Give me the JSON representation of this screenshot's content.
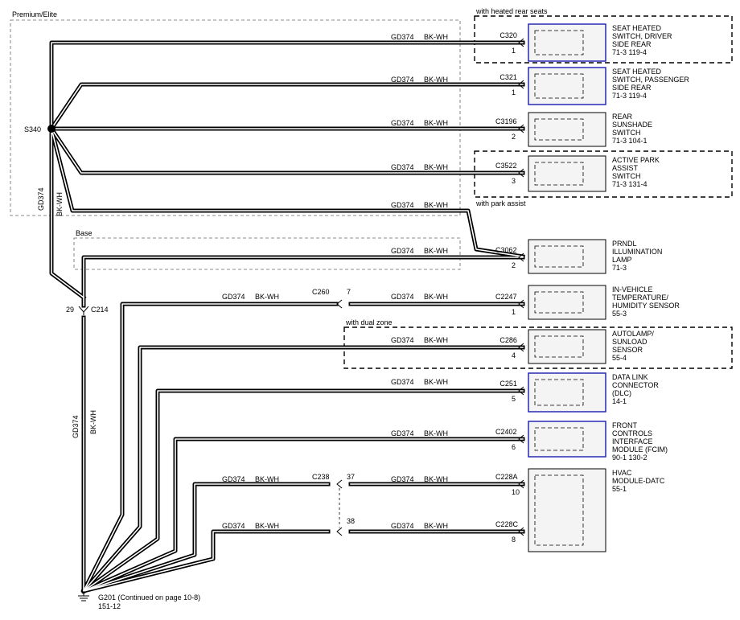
{
  "wire": {
    "circuit": "GD374",
    "color": "BK-WH"
  },
  "labels": {
    "premium": "Premium/Elite",
    "heated_rear": "with heated rear seats",
    "park_assist": "with park assist",
    "base": "Base",
    "dual_zone": "with dual zone",
    "splice": "S340",
    "c214_pin": "29",
    "c214": "C214",
    "c260": "C260",
    "c260_pin": "7",
    "c238": "C238",
    "c238_pin37": "37",
    "c238_pin38": "38",
    "ground": "G201  (Continued on page 10-8)",
    "ground_ref": "151-12"
  },
  "components": [
    {
      "conn": "C320",
      "pin": "1",
      "lines": [
        "SEAT HEATED",
        "SWITCH, DRIVER",
        "SIDE REAR",
        "71-3     119-4"
      ]
    },
    {
      "conn": "C321",
      "pin": "1",
      "lines": [
        "SEAT HEATED",
        "SWITCH, PASSENGER",
        "SIDE REAR",
        "71-3     119-4"
      ]
    },
    {
      "conn": "C3196",
      "pin": "2",
      "lines": [
        "REAR",
        "SUNSHADE",
        "SWITCH",
        "71-3     104-1"
      ]
    },
    {
      "conn": "C3522",
      "pin": "3",
      "lines": [
        "ACTIVE PARK",
        "ASSIST",
        "SWITCH",
        "71-3     131-4"
      ]
    },
    {
      "conn": "C3062",
      "pin": "2",
      "lines": [
        "PRNDL",
        "ILLUMINATION",
        "LAMP",
        "71-3"
      ]
    },
    {
      "conn": "C2247",
      "pin": "1",
      "lines": [
        "IN-VEHICLE",
        "TEMPERATURE/",
        "HUMIDITY SENSOR",
        "55-3"
      ]
    },
    {
      "conn": "C286",
      "pin": "4",
      "lines": [
        "AUTOLAMP/",
        "SUNLOAD",
        "SENSOR",
        "55-4"
      ]
    },
    {
      "conn": "C251",
      "pin": "5",
      "lines": [
        "DATA LINK",
        "CONNECTOR",
        "(DLC)",
        "14-1"
      ]
    },
    {
      "conn": "C2402",
      "pin": "6",
      "lines": [
        "FRONT",
        "CONTROLS",
        "INTERFACE",
        "MODULE (FCIM)",
        "90-1     130-2"
      ]
    },
    {
      "conn": "C228A",
      "pin": "10",
      "lines": [
        "HVAC",
        "MODULE-DATC",
        "55-1"
      ]
    },
    {
      "conn": "C228C",
      "pin": "8",
      "lines": []
    }
  ]
}
